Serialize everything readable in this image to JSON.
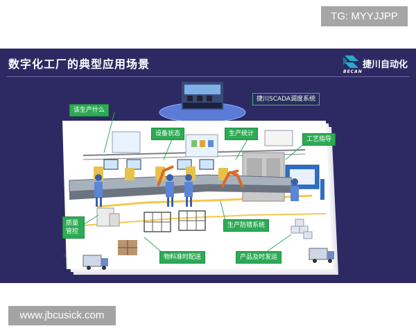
{
  "corner_tag": "TG: MYYJJPP",
  "watermark": "www.jbcusick.com",
  "slide": {
    "title": "数字化工厂的典型应用场景",
    "logo": {
      "text": "捷川自动化",
      "sub": "BECAN"
    },
    "labels": {
      "scada": "捷川SCADA调度系统",
      "what_to_produce": "该生产什么",
      "device_status": "设备状态",
      "production_stats": "生产统计",
      "process_guide": "工艺指导",
      "quality_control": "质量管控",
      "error_proofing": "生产防错系统",
      "material_jit": "物料准时配送",
      "product_shipping": "产品及时发运"
    }
  }
}
